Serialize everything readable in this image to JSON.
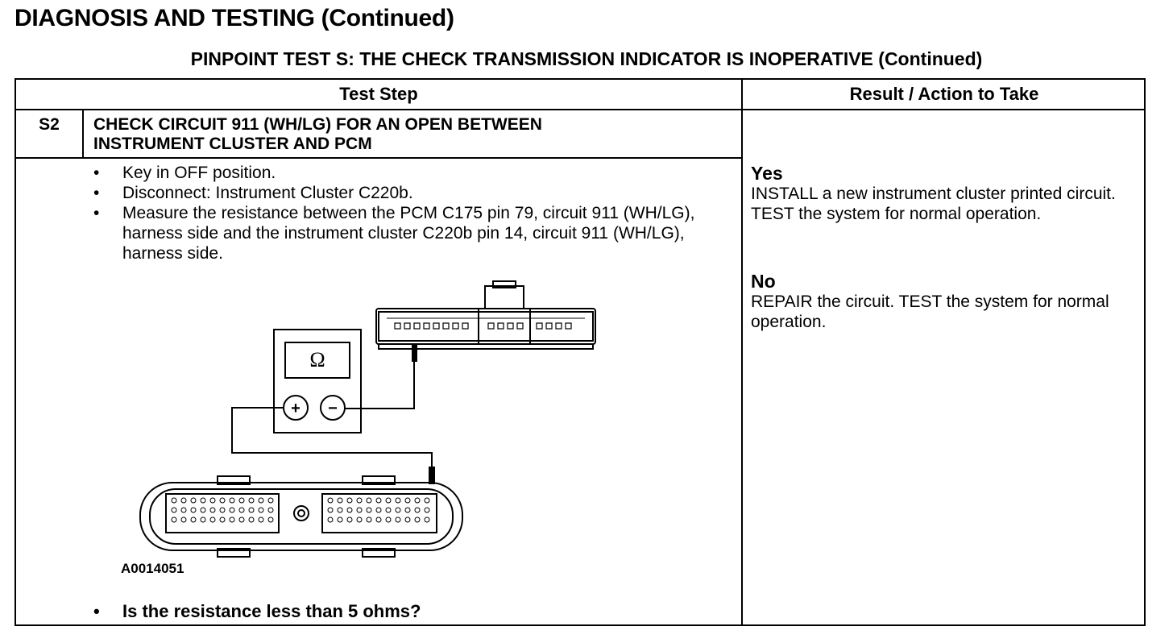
{
  "page_title": "DIAGNOSIS AND TESTING (Continued)",
  "test_title": "PINPOINT TEST S: THE CHECK TRANSMISSION INDICATOR IS INOPERATIVE (Continued)",
  "table": {
    "col_test_step": "Test Step",
    "col_result": "Result / Action to Take",
    "step_id": "S2",
    "step_title_line1": "CHECK CIRCUIT 911 (WH/LG) FOR AN OPEN BETWEEN",
    "step_title_line2": "INSTRUMENT CLUSTER AND PCM",
    "bullets": [
      "Key in OFF position.",
      "Disconnect: Instrument Cluster C220b.",
      "Measure the resistance between the PCM C175 pin 79, circuit 911 (WH/LG), harness side and the instrument cluster C220b pin 14, circuit 911 (WH/LG), harness side."
    ],
    "figure_id": "A0014051",
    "meter_symbol": "Ω",
    "meter_plus": "+",
    "meter_minus": "−",
    "question": "Is the resistance less than 5 ohms?",
    "results": {
      "yes_label": "Yes",
      "yes_text": "INSTALL a new instrument cluster printed circuit. TEST the system for normal operation.",
      "no_label": "No",
      "no_text": "REPAIR the circuit. TEST the system for normal operation."
    }
  }
}
